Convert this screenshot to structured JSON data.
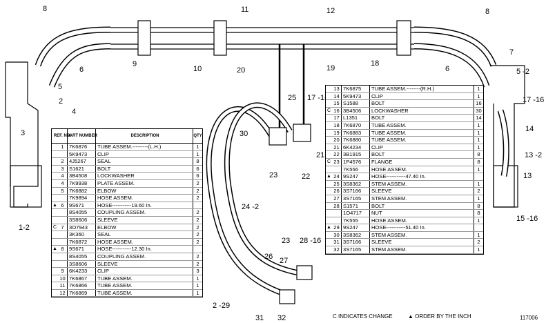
{
  "callouts": [
    "8",
    "11",
    "12",
    "8",
    "7",
    "5 -2",
    "6",
    "9",
    "10",
    "20",
    "19",
    "18",
    "6",
    "17 -16",
    "14",
    "2",
    "13 -2",
    "3",
    "4",
    "1-2",
    "25",
    "17 -16",
    "30",
    "21",
    "22",
    "23",
    "24 -2",
    "23",
    "28 -16",
    "26",
    "27",
    "13",
    "15 -16",
    "2 -29",
    "31",
    "32",
    "5"
  ],
  "left_table": {
    "headers": {
      "ref": "REF. NO.",
      "part": "PART NUMBER",
      "desc": "DESCRIPTION",
      "qty": "QTY"
    },
    "rows": [
      {
        "mark": "",
        "ref": "1",
        "part": "7K6876",
        "desc": "TUBE ASSEM.---------(L.H.)",
        "qty": "1"
      },
      {
        "mark": "",
        "ref": "",
        "part": "5K9473",
        "desc": "CLIP",
        "qty": "1"
      },
      {
        "mark": "",
        "ref": "2",
        "part": "4J5267",
        "desc": "SEAL",
        "qty": "8"
      },
      {
        "mark": "",
        "ref": "3",
        "part": "S1621",
        "desc": "BOLT",
        "qty": "6"
      },
      {
        "mark": "",
        "ref": "4",
        "part": "3B4508",
        "desc": "LOCKWASHER",
        "qty": "6"
      },
      {
        "mark": "",
        "ref": "4",
        "part": "7K9938",
        "desc": "PLATE ASSEM.",
        "qty": "2"
      },
      {
        "mark": "",
        "ref": "5",
        "part": "7K6882",
        "desc": "ELBOW",
        "qty": "2"
      },
      {
        "mark": "",
        "ref": "",
        "part": "7K9894",
        "desc": "HOSE ASSEM.",
        "qty": "2"
      },
      {
        "mark": "▲",
        "ref": "6",
        "part": "9S671",
        "desc": "HOSE-----------19.60 In.",
        "qty": ""
      },
      {
        "mark": "",
        "ref": "",
        "part": "8S4055",
        "desc": "COUPLING ASSEM.",
        "qty": "2"
      },
      {
        "mark": "",
        "ref": "",
        "part": "3S8606",
        "desc": "SLEEVE",
        "qty": "2"
      },
      {
        "mark": "C",
        "ref": "7",
        "part": "3O7943",
        "desc": "ELBOW",
        "qty": "2"
      },
      {
        "mark": "",
        "ref": "",
        "part": "3K360",
        "desc": "SEAL",
        "qty": "2"
      },
      {
        "mark": "",
        "ref": "",
        "part": "7K6872",
        "desc": "HOSE ASSEM.",
        "qty": "2"
      },
      {
        "mark": "▲",
        "ref": "8",
        "part": "9S671",
        "desc": "HOSE-----------12.30 In.",
        "qty": ""
      },
      {
        "mark": "",
        "ref": "",
        "part": "8S4055",
        "desc": "COUPLING ASSEM.",
        "qty": "2"
      },
      {
        "mark": "",
        "ref": "",
        "part": "3S8606",
        "desc": "SLEEVE",
        "qty": "2"
      },
      {
        "mark": "",
        "ref": "9",
        "part": "6K4233",
        "desc": "CLIP",
        "qty": "3"
      },
      {
        "mark": "",
        "ref": "10",
        "part": "7K6867",
        "desc": "TUBE ASSEM.",
        "qty": "1"
      },
      {
        "mark": "",
        "ref": "11",
        "part": "7K6866",
        "desc": "TUBE ASSEM.",
        "qty": "1"
      },
      {
        "mark": "",
        "ref": "12",
        "part": "7K6869",
        "desc": "TUBE ASSEM.",
        "qty": "1"
      }
    ]
  },
  "right_table": {
    "rows": [
      {
        "mark": "",
        "ref": "13",
        "part": "7K6875",
        "desc": "TUBE ASSEM.--------(R.H.)",
        "qty": "1"
      },
      {
        "mark": "",
        "ref": "14",
        "part": "5K9473",
        "desc": "CLIP",
        "qty": "1"
      },
      {
        "mark": "",
        "ref": "15",
        "part": "S1588",
        "desc": "BOLT",
        "qty": "16"
      },
      {
        "mark": "C",
        "ref": "16",
        "part": "3B4506",
        "desc": "LOCKWASHER",
        "qty": "30"
      },
      {
        "mark": "",
        "ref": "17",
        "part": "L1351",
        "desc": "BOLT",
        "qty": "14"
      },
      {
        "mark": "",
        "ref": "18",
        "part": "7K6870",
        "desc": "TUBE ASSEM.",
        "qty": "1"
      },
      {
        "mark": "",
        "ref": "19",
        "part": "7K6883",
        "desc": "TUBE ASSEM.",
        "qty": "1"
      },
      {
        "mark": "",
        "ref": "20",
        "part": "7K6880",
        "desc": "TUBE ASSEM.",
        "qty": "1"
      },
      {
        "mark": "",
        "ref": "21",
        "part": "6K4234",
        "desc": "CLIP",
        "qty": "1"
      },
      {
        "mark": "",
        "ref": "22",
        "part": "3B1915",
        "desc": "BOLT",
        "qty": "8"
      },
      {
        "mark": "C",
        "ref": "23",
        "part": "1P4576",
        "desc": "FLANGE",
        "qty": "8"
      },
      {
        "mark": "",
        "ref": "",
        "part": "7K556",
        "desc": "HOSE ASSEM.",
        "qty": "1"
      },
      {
        "mark": "▲",
        "ref": "24",
        "part": "9S247",
        "desc": "HOSE-----------47.40 In.",
        "qty": ""
      },
      {
        "mark": "",
        "ref": "25",
        "part": "3S8362",
        "desc": "STEM ASSEM.",
        "qty": "1"
      },
      {
        "mark": "",
        "ref": "26",
        "part": "3S7166",
        "desc": "SLEEVE",
        "qty": "2"
      },
      {
        "mark": "",
        "ref": "27",
        "part": "3S7165",
        "desc": "STEM ASSEM.",
        "qty": "1"
      },
      {
        "mark": "",
        "ref": "28",
        "part": "S1571",
        "desc": "BOLT",
        "qty": "8"
      },
      {
        "mark": "",
        "ref": "",
        "part": "1O4717",
        "desc": "NUT",
        "qty": "8"
      },
      {
        "mark": "",
        "ref": "",
        "part": "7K555",
        "desc": "HOSE ASSEM.",
        "qty": "1"
      },
      {
        "mark": "▲",
        "ref": "29",
        "part": "9S247",
        "desc": "HOSE-----------51.40 In.",
        "qty": ""
      },
      {
        "mark": "",
        "ref": "30",
        "part": "3S8362",
        "desc": "STEM ASSEM.",
        "qty": "1"
      },
      {
        "mark": "",
        "ref": "31",
        "part": "3S7166",
        "desc": "SLEEVE",
        "qty": "2"
      },
      {
        "mark": "",
        "ref": "32",
        "part": "3S7165",
        "desc": "STEM ASSEM.",
        "qty": "1"
      }
    ]
  },
  "footer": {
    "change": "C INDICATES CHANGE",
    "order": "▲ ORDER BY THE INCH"
  },
  "illustration_id": "117006"
}
